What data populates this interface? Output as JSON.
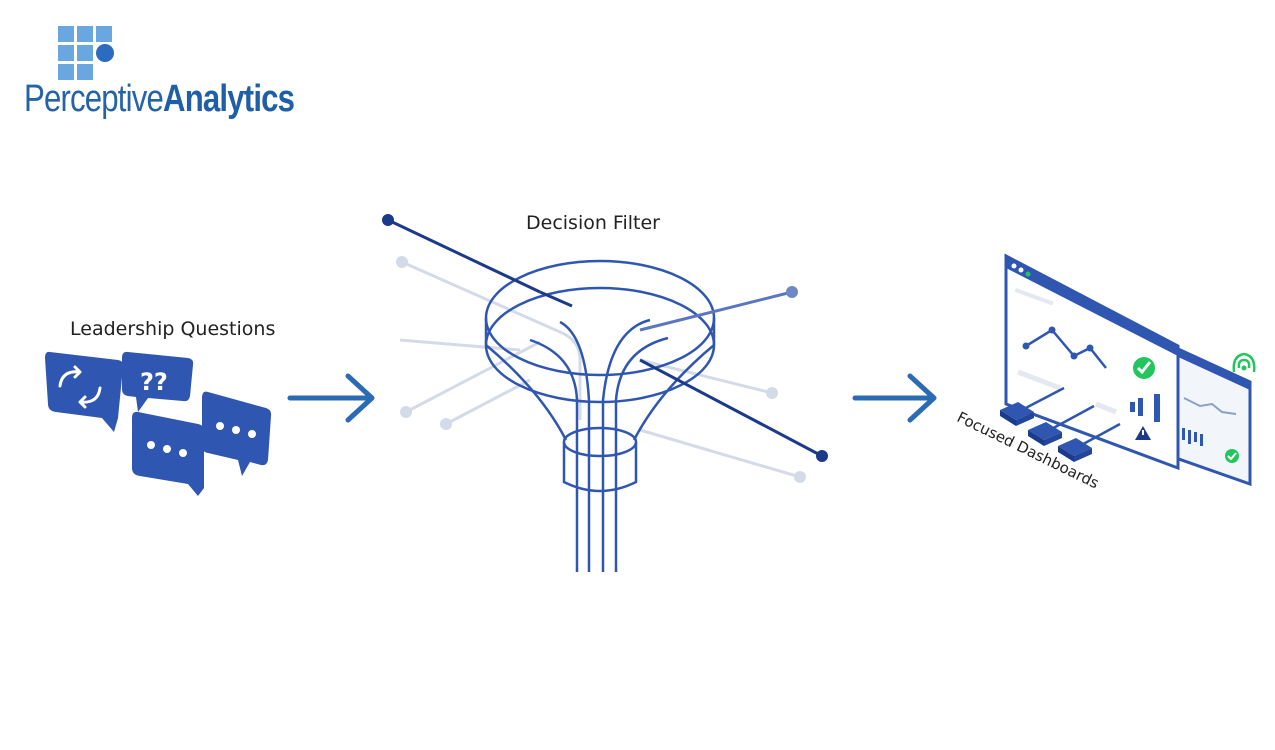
{
  "logo": {
    "text_light": "Perceptive",
    "text_bold": "Analytics",
    "color": "#2f7dd1",
    "accent": "#1f5fa8"
  },
  "stages": {
    "input": {
      "label": "Leadership Questions",
      "icons": [
        "refresh-icon",
        "question-marks-icon",
        "ellipsis-icon",
        "ellipsis-icon"
      ],
      "question_text": "??"
    },
    "filter": {
      "label": "Decision Filter"
    },
    "output": {
      "label": "Focused Dashboards"
    }
  },
  "colors": {
    "primary": "#2f56b0",
    "dark": "#1c3a8a",
    "light_line": "#d4dbe8",
    "arrow": "#2a6bb3",
    "success": "#22c55e"
  }
}
